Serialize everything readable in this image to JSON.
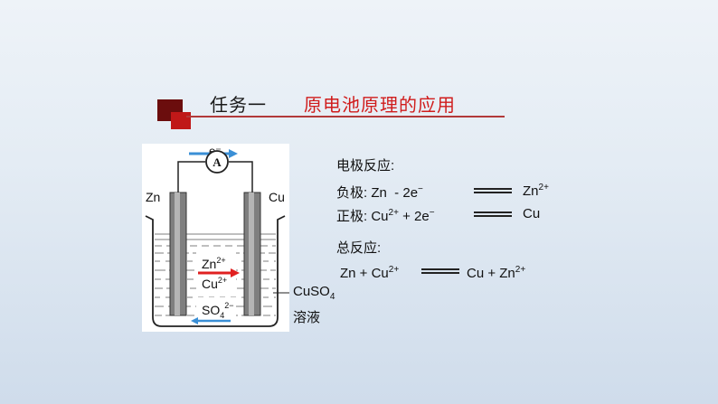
{
  "title": {
    "task_label": "任务一",
    "task_name": "原电池原理的应用"
  },
  "diagram": {
    "electron_label": "e⁻",
    "ammeter_label": "A",
    "left_electrode": "Zn",
    "right_electrode": "Cu",
    "ion_zn": "Zn",
    "ion_zn_charge": "2+",
    "ion_cu": "Cu",
    "ion_cu_charge": "2+",
    "ion_so4": "SO",
    "ion_so4_sub": "4",
    "ion_so4_charge": "2−",
    "solution_formula": "CuSO",
    "solution_formula_sub": "4",
    "solution_word": "溶液"
  },
  "reactions": {
    "electrode_heading": "电极反应:",
    "negative": {
      "label": "负极:",
      "left": "Zn  - 2e",
      "left_sup": "−",
      "right": "Zn",
      "right_sup": "2+"
    },
    "positive": {
      "label": "正极:",
      "left": "Cu",
      "left_sup": "2+",
      "left_rest": " + 2e",
      "left_rest_sup": "−",
      "right": "Cu"
    },
    "total_heading": "总反应:",
    "total": {
      "left": "Zn + Cu",
      "left_sup": "2+",
      "right": "Cu + Zn",
      "right_sup": "2+"
    }
  },
  "colors": {
    "accent_red": "#d01c1c",
    "deco_dark": "#6b0d0d",
    "arrow_blue": "#3a8fd6",
    "arrow_red": "#e02020"
  }
}
